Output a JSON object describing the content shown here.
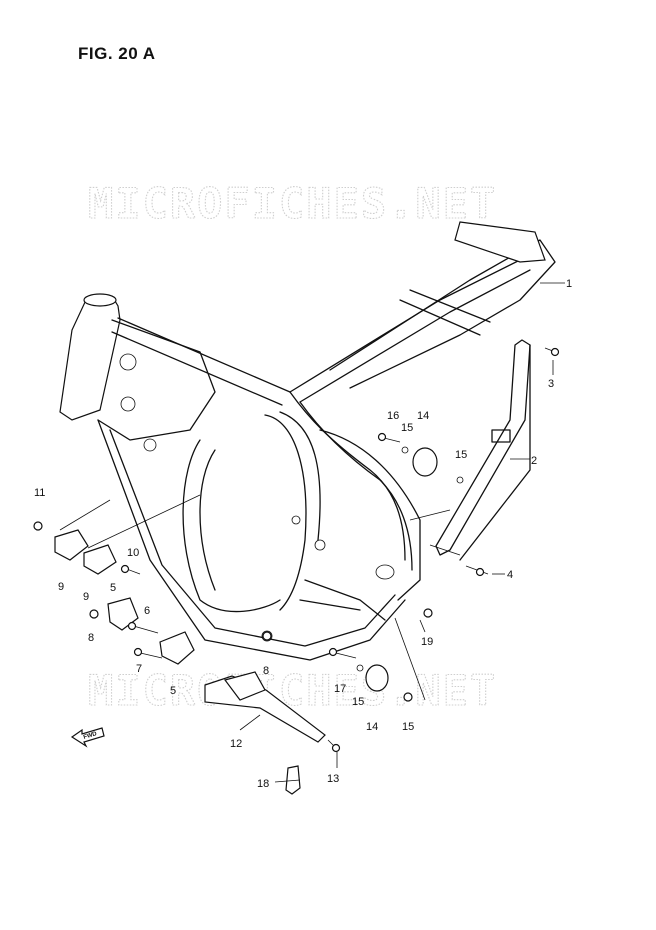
{
  "figure": {
    "title": "FIG. 20 A"
  },
  "watermark": {
    "text": "MICROFICHES.NET"
  },
  "fwd_label": "FWD",
  "callouts": [
    {
      "id": "c1",
      "label": "1"
    },
    {
      "id": "c2",
      "label": "2"
    },
    {
      "id": "c3",
      "label": "3"
    },
    {
      "id": "c4",
      "label": "4"
    },
    {
      "id": "c16",
      "label": "16"
    },
    {
      "id": "c15a",
      "label": "15"
    },
    {
      "id": "c14a",
      "label": "14"
    },
    {
      "id": "c15b",
      "label": "15"
    },
    {
      "id": "c11",
      "label": "11"
    },
    {
      "id": "c9a",
      "label": "9"
    },
    {
      "id": "c9b",
      "label": "9"
    },
    {
      "id": "c10",
      "label": "10"
    },
    {
      "id": "c5a",
      "label": "5"
    },
    {
      "id": "c6",
      "label": "6"
    },
    {
      "id": "c8a",
      "label": "8"
    },
    {
      "id": "c7",
      "label": "7"
    },
    {
      "id": "c5b",
      "label": "5"
    },
    {
      "id": "c8b",
      "label": "8"
    },
    {
      "id": "c19",
      "label": "19"
    },
    {
      "id": "c17",
      "label": "17"
    },
    {
      "id": "c15c",
      "label": "15"
    },
    {
      "id": "c14b",
      "label": "14"
    },
    {
      "id": "c15d",
      "label": "15"
    },
    {
      "id": "c12",
      "label": "12"
    },
    {
      "id": "c18",
      "label": "18"
    },
    {
      "id": "c13",
      "label": "13"
    }
  ]
}
